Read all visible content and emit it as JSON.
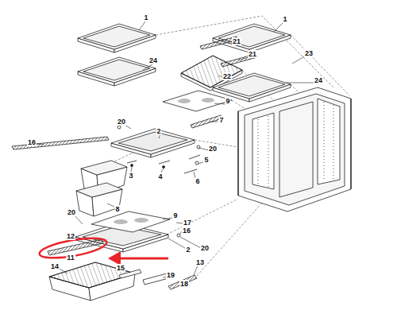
{
  "diagram": {
    "labels": [
      "1",
      "1",
      "21",
      "23",
      "21",
      "24",
      "22",
      "24",
      "9",
      "7",
      "20",
      "2",
      "20",
      "16",
      "5",
      "3",
      "4",
      "6",
      "8",
      "20",
      "9",
      "17",
      "16",
      "12",
      "20",
      "2",
      "11",
      "14",
      "15",
      "13",
      "19",
      "18"
    ]
  }
}
